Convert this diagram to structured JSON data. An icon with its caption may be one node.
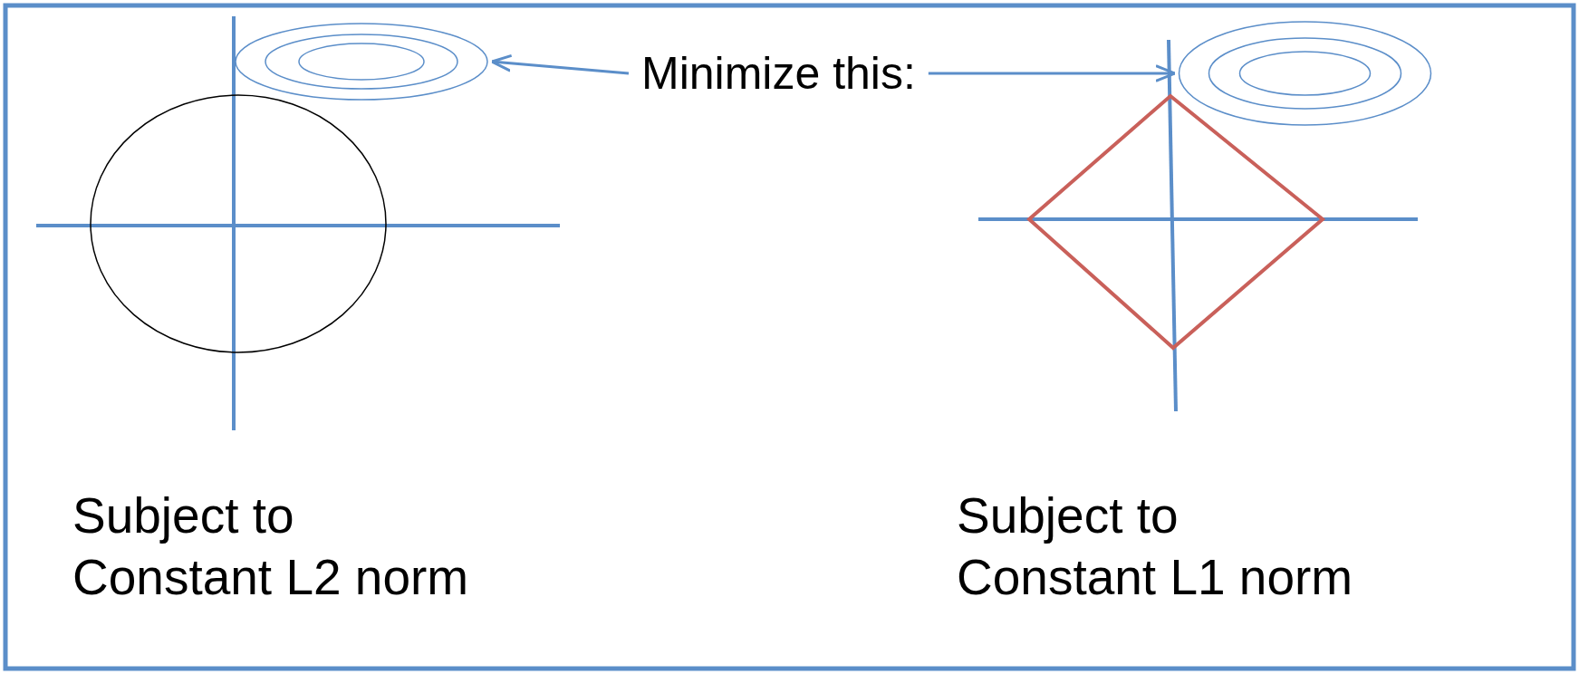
{
  "diagram": {
    "nodes": [
      {
        "text": [],
        "shape": "ellipse"
      },
      {
        "text": [
          "Minimize this:"
        ]
      },
      {
        "text": [],
        "shape": "ellipse"
      }
    ],
    "edges": [
      {
        "from": 1,
        "to": 0,
        "arrow": "to"
      },
      {
        "from": 1,
        "to": 2,
        "arrow": "to"
      }
    ],
    "labels": [
      "Subject to Constant L2 norm",
      "Subject to Constant L1 norm"
    ]
  }
}
